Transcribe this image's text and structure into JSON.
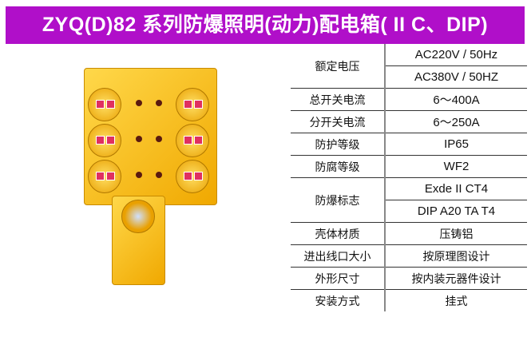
{
  "header": {
    "title": "ZYQ(D)82 系列防爆照明(动力)配电箱( II C、DIP)"
  },
  "specs": [
    {
      "label": "额定电压",
      "values": [
        "AC220V / 50Hz",
        "AC380V / 50HZ"
      ]
    },
    {
      "label": "总开关电流",
      "values": [
        "6～400A"
      ]
    },
    {
      "label": "分开关电流",
      "values": [
        "6～250A"
      ]
    },
    {
      "label": "防护等级",
      "values": [
        "IP65"
      ]
    },
    {
      "label": "防腐等级",
      "values": [
        "WF2"
      ]
    },
    {
      "label": "防爆标志",
      "values": [
        "Exde II CT4",
        "DIP A20 TA T4"
      ]
    },
    {
      "label": "壳体材质",
      "values": [
        "压铸铝"
      ]
    },
    {
      "label": "进出线口大小",
      "values": [
        "按原理图设计"
      ]
    },
    {
      "label": "外形尺寸",
      "values": [
        "按内装元器件设计"
      ]
    },
    {
      "label": "安装方式",
      "values": [
        "挂式"
      ]
    }
  ],
  "colors": {
    "header_bg": "#b00fc9",
    "product": "#f5c000"
  }
}
